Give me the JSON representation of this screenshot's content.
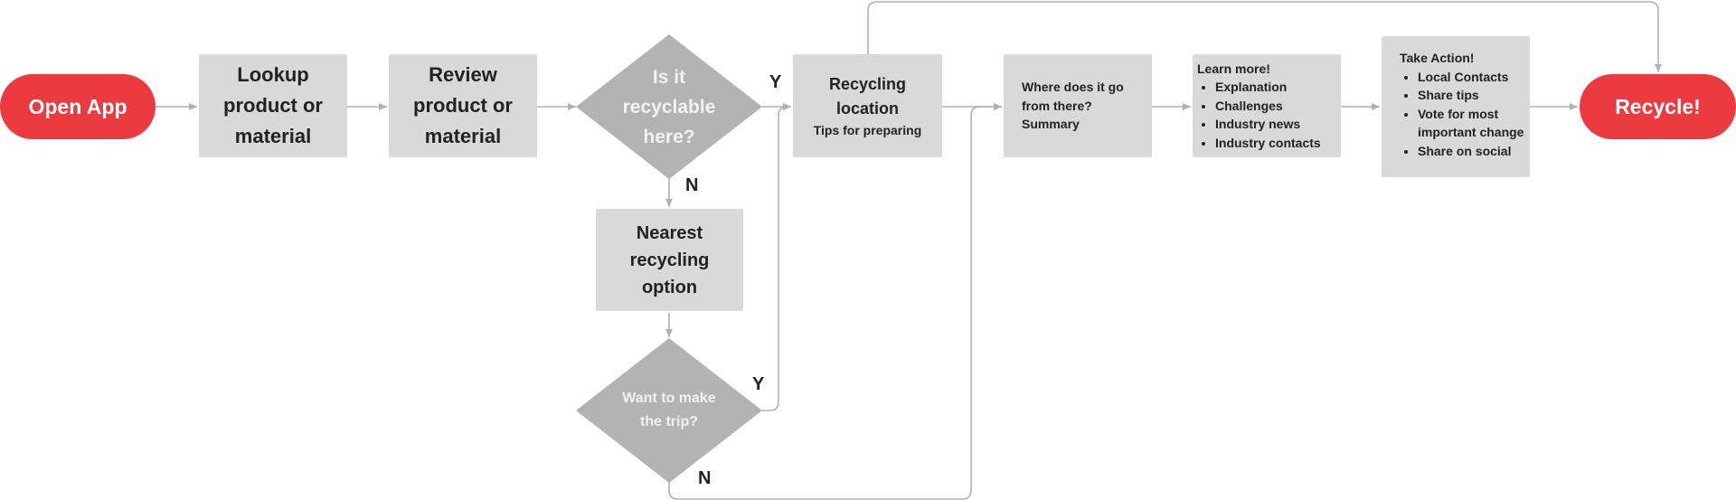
{
  "nodes": {
    "open_app": "Open App",
    "lookup": [
      "Lookup",
      "product or",
      "material"
    ],
    "review": [
      "Review",
      "product or",
      "material"
    ],
    "recyclable_q": [
      "Is it",
      "recyclable",
      "here?"
    ],
    "nearest": [
      "Nearest",
      "recycling",
      "option"
    ],
    "trip_q": [
      "Want to make",
      "the trip?"
    ],
    "location_title": [
      "Recycling",
      "location"
    ],
    "location_sub": "Tips for preparing",
    "where": [
      "Where does it go",
      "from there?",
      "Summary"
    ],
    "learn_title": "Learn more!",
    "learn_items": [
      "Explanation",
      "Challenges",
      "Industry news",
      "Industry contacts"
    ],
    "action_title": "Take Action!",
    "action_items": [
      "Local Contacts",
      "Share tips",
      "Vote for most",
      "important change",
      "Share on social"
    ],
    "recycle": "Recycle!"
  },
  "edge_labels": {
    "recyclable_yes": "Y",
    "recyclable_no": "N",
    "trip_yes": "Y",
    "trip_no": "N"
  },
  "colors": {
    "terminal": "#ec3b40",
    "process": "#d9d9d9",
    "decision": "#b3b3b3",
    "connector": "#b0b0b0"
  }
}
